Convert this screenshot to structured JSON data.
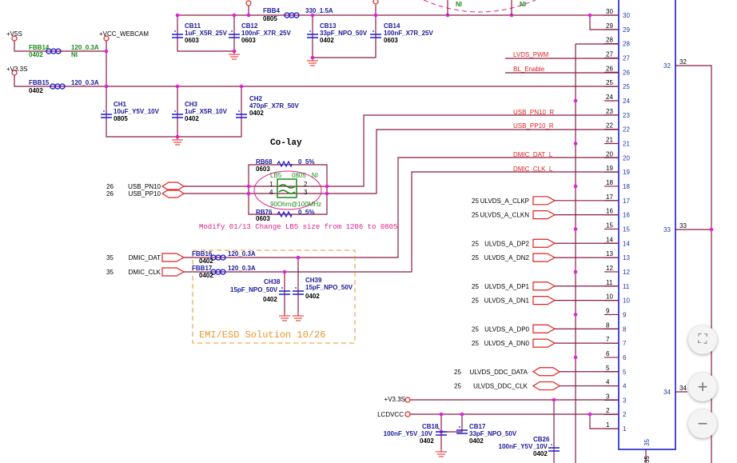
{
  "colors": {
    "wire": "#8a1b45",
    "junction": "#e020e0",
    "component_text": "#1a1a9a",
    "net_label": "#e02020",
    "not_installed": "#1a8a1a",
    "connector": "#1a1ad0",
    "note": "#e0208a",
    "emi_box": "#e8962a"
  },
  "power": {
    "v5s": "+V5S",
    "vcc_webcam": "+VCC_WEBCAM",
    "v33s": "+V3.3S",
    "v33s_conn": "+V3.3S",
    "lcdvcc": "LCDVCC"
  },
  "components": {
    "fbb14": {
      "ref": "FBB14",
      "pkg": "0402",
      "value": "120_0.3A",
      "ni": "NI"
    },
    "fbb15": {
      "ref": "FBB15",
      "pkg": "0402",
      "value": "120_0.3A"
    },
    "fbb4": {
      "ref": "FBB4",
      "pkg": "0805",
      "value": "330_1.5A"
    },
    "cb11": {
      "ref": "CB11",
      "value": "1uF_X5R_25V",
      "pkg": "0603"
    },
    "cb12": {
      "ref": "CB12",
      "value": "100nF_X7R_25V",
      "pkg": "0603"
    },
    "cb13": {
      "ref": "CB13",
      "value": "33pF_NPO_50V",
      "pkg": "0402"
    },
    "cb14": {
      "ref": "CB14",
      "value": "100nF_X7R_25V",
      "pkg": "0603"
    },
    "ch1": {
      "ref": "CH1",
      "value": "10uF_Y5V_10V",
      "pkg": "0805"
    },
    "ch3": {
      "ref": "CH3",
      "value": "1uF_X5R_10V",
      "pkg": "0402"
    },
    "ch2": {
      "ref": "CH2",
      "value": "470pF_X7R_50V",
      "pkg": "0402"
    },
    "rb68": {
      "ref": "RB68",
      "pkg": "0603",
      "value": "0_5%"
    },
    "rb76": {
      "ref": "RB76",
      "pkg": "0603",
      "value": "0_5%"
    },
    "lb5": {
      "ref": "LB5",
      "pkg": "0805",
      "ni": "NI",
      "value": "90Ohm@100MHz",
      "pins": [
        "1",
        "2",
        "4",
        "3"
      ]
    },
    "fbb16": {
      "ref": "FBB16",
      "pkg": "0402",
      "value": "120_0.3A"
    },
    "fbb17": {
      "ref": "FBB17",
      "pkg": "0402",
      "value": "120_0.3A"
    },
    "ch38": {
      "ref": "CH38",
      "value": "15pF_NPO_50V",
      "pkg": "0402"
    },
    "ch39": {
      "ref": "CH39",
      "value": "15pF_NPO_50V",
      "pkg": "0402"
    },
    "cb18": {
      "ref": "CB18",
      "value": "100nF_Y5V_10V",
      "pkg": "0402"
    },
    "cb17": {
      "ref": "CB17",
      "value": "33pF_NPO_50V",
      "pkg": "0402"
    },
    "cb26": {
      "ref": "CB26",
      "value": "100nF_Y5V_10V",
      "pkg": "0402"
    }
  },
  "ni_top": [
    "NI",
    "NI"
  ],
  "notes": {
    "colay": "Co-lay",
    "modify": "Modify 01/13 Change LB5 size from 1206 to 0805",
    "emi": "EMI/ESD Solution 10/26"
  },
  "left_ports": [
    {
      "sheet": "26",
      "name": "USB_PN10"
    },
    {
      "sheet": "26",
      "name": "USB_PP10"
    },
    {
      "sheet": "35",
      "name": "DMIC_DAT"
    },
    {
      "sheet": "35",
      "name": "DMIC_CLK"
    }
  ],
  "net_labels": {
    "p27": "LVDS_PWM",
    "p26": "BL_Enable",
    "p23": "USB_PN10_R",
    "p22": "USB_PP10_R",
    "p20": "DMIC_DAT_L",
    "p19": "DMIC_CLK_L"
  },
  "right_ports": [
    {
      "pin": 17,
      "sheet": "25",
      "name": "ULVDS_A_CLKP",
      "type": "out"
    },
    {
      "pin": 16,
      "sheet": "25",
      "name": "ULVDS_A_CLKN",
      "type": "out"
    },
    {
      "pin": 14,
      "sheet": "25",
      "name": "ULVDS_A_DP2",
      "type": "out"
    },
    {
      "pin": 13,
      "sheet": "25",
      "name": "ULVDS_A_DN2",
      "type": "out"
    },
    {
      "pin": 11,
      "sheet": "25",
      "name": "ULVDS_A_DP1",
      "type": "out"
    },
    {
      "pin": 10,
      "sheet": "25",
      "name": "ULVDS_A_DN1",
      "type": "out"
    },
    {
      "pin": 8,
      "sheet": "25",
      "name": "ULVDS_A_DP0",
      "type": "out"
    },
    {
      "pin": 7,
      "sheet": "25",
      "name": "ULVDS_A_DN0",
      "type": "out"
    },
    {
      "pin": 5,
      "sheet": "25",
      "name": "ULVDS_DDC_DATA",
      "type": "bidir"
    },
    {
      "pin": 4,
      "sheet": "25",
      "name": "ULVDS_DDC_CLK",
      "type": "bidir"
    }
  ],
  "connector": {
    "pins": [
      "30",
      "29",
      "28",
      "27",
      "26",
      "25",
      "24",
      "23",
      "22",
      "21",
      "20",
      "19",
      "18",
      "17",
      "16",
      "15",
      "14",
      "13",
      "12",
      "11",
      "10",
      "9",
      "8",
      "7",
      "6",
      "5",
      "4",
      "3",
      "2",
      "1"
    ],
    "side_pins": [
      "32",
      "33",
      "34"
    ],
    "bottom_pin": "35"
  },
  "zoom_controls": [
    {
      "icon": "fit-screen-icon",
      "glyph": "⛶"
    },
    {
      "icon": "zoom-in-icon",
      "glyph": "+"
    },
    {
      "icon": "zoom-out-icon",
      "glyph": "−"
    }
  ]
}
